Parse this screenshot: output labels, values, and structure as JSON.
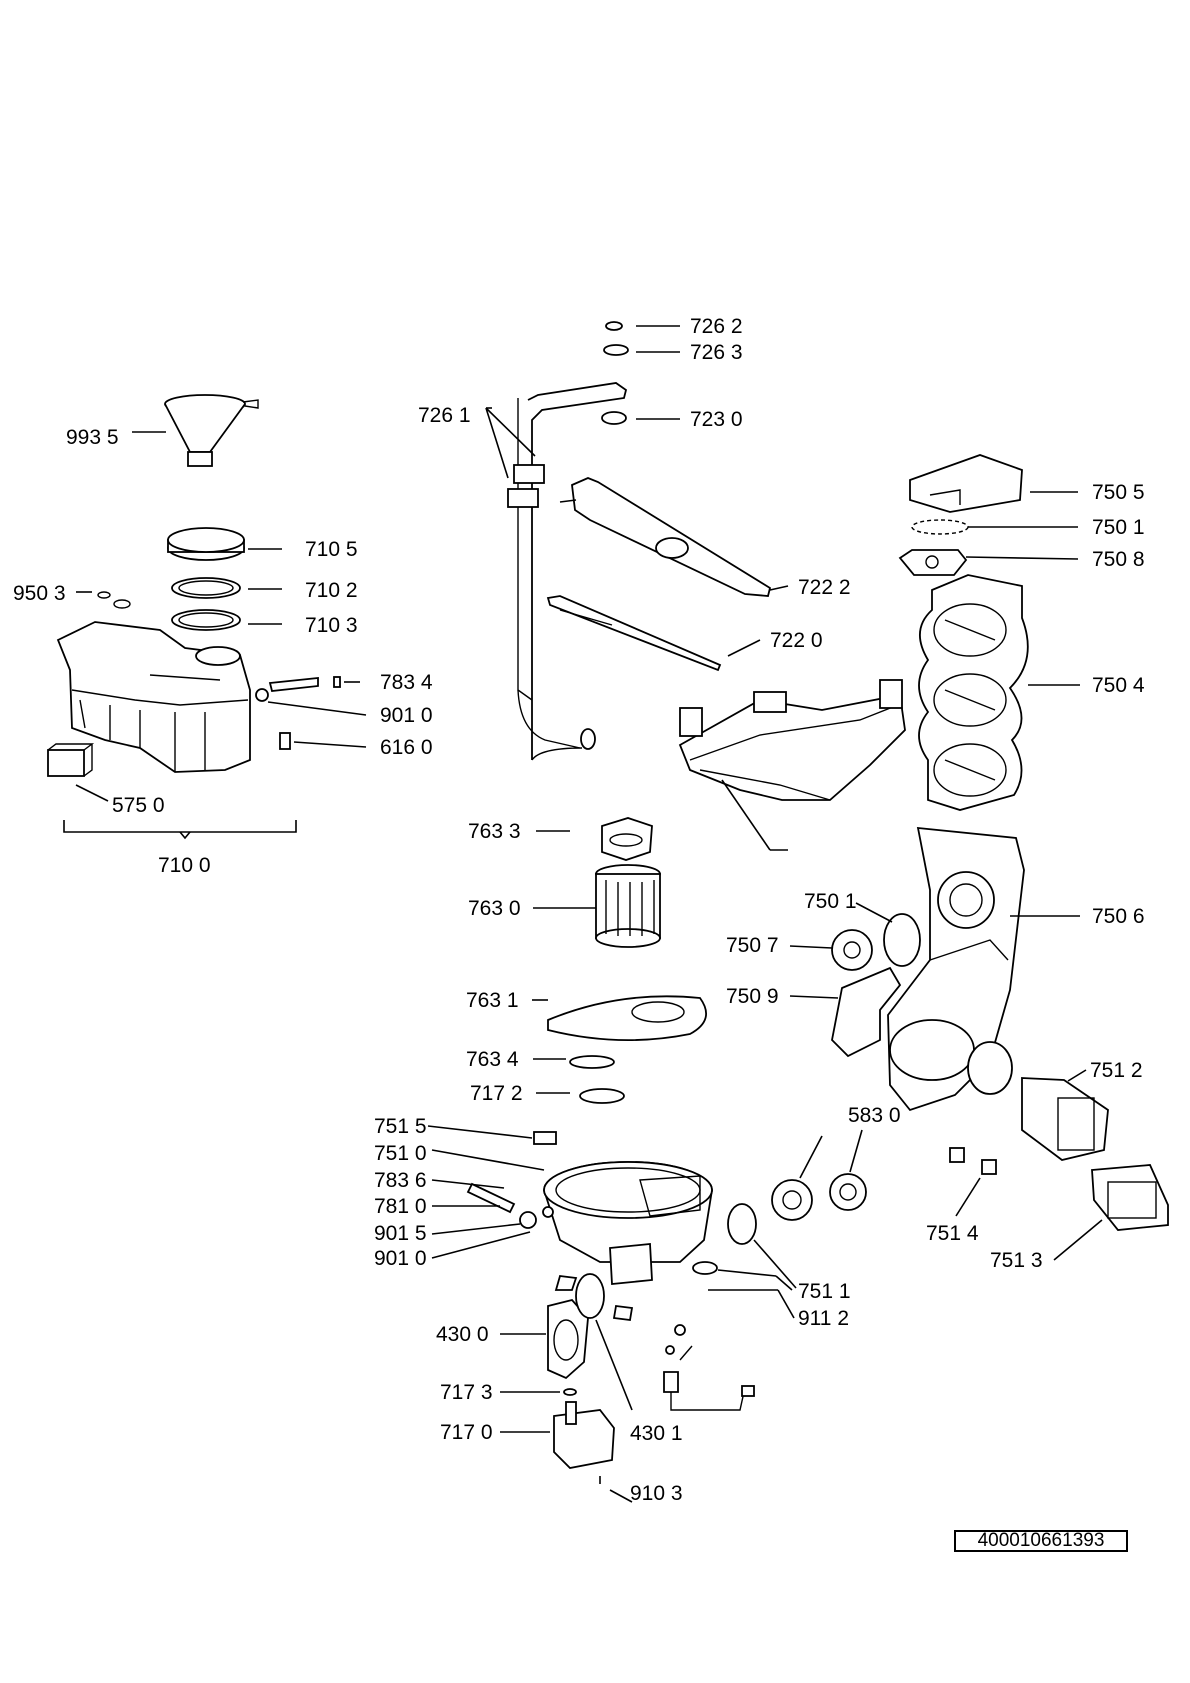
{
  "document_id": "400010661393",
  "parts": {
    "p9935": "993 5",
    "p7105": "710 5",
    "p9503": "950 3",
    "p7102": "710 2",
    "p7103": "710 3",
    "p7834": "783 4",
    "p9010a": "901 0",
    "p6160": "616 0",
    "p5750": "575 0",
    "p7100": "710 0",
    "p7262": "726 2",
    "p7263": "726 3",
    "p7261": "726 1",
    "p7230": "723 0",
    "p7222": "722 2",
    "p7220": "722 0",
    "p7505": "750 5",
    "p7501a": "750 1",
    "p7508": "750 8",
    "p7504": "750 4",
    "p7633": "763 3",
    "p7630": "763 0",
    "p7501b": "750 1",
    "p7507": "750 7",
    "p7506": "750 6",
    "p7509": "750 9",
    "p7631": "763 1",
    "p7634": "763 4",
    "p7172": "717 2",
    "p7512": "751 2",
    "p5830": "583 0",
    "p7515": "751 5",
    "p7510": "751 0",
    "p7836": "783 6",
    "p7810": "781 0",
    "p9015": "901 5",
    "p9010b": "901 0",
    "p7514": "751 4",
    "p7513": "751 3",
    "p7511": "751 1",
    "p9112": "911 2",
    "p4300": "430 0",
    "p7173": "717 3",
    "p7170": "717 0",
    "p4301": "430 1",
    "p9103": "910 3"
  }
}
